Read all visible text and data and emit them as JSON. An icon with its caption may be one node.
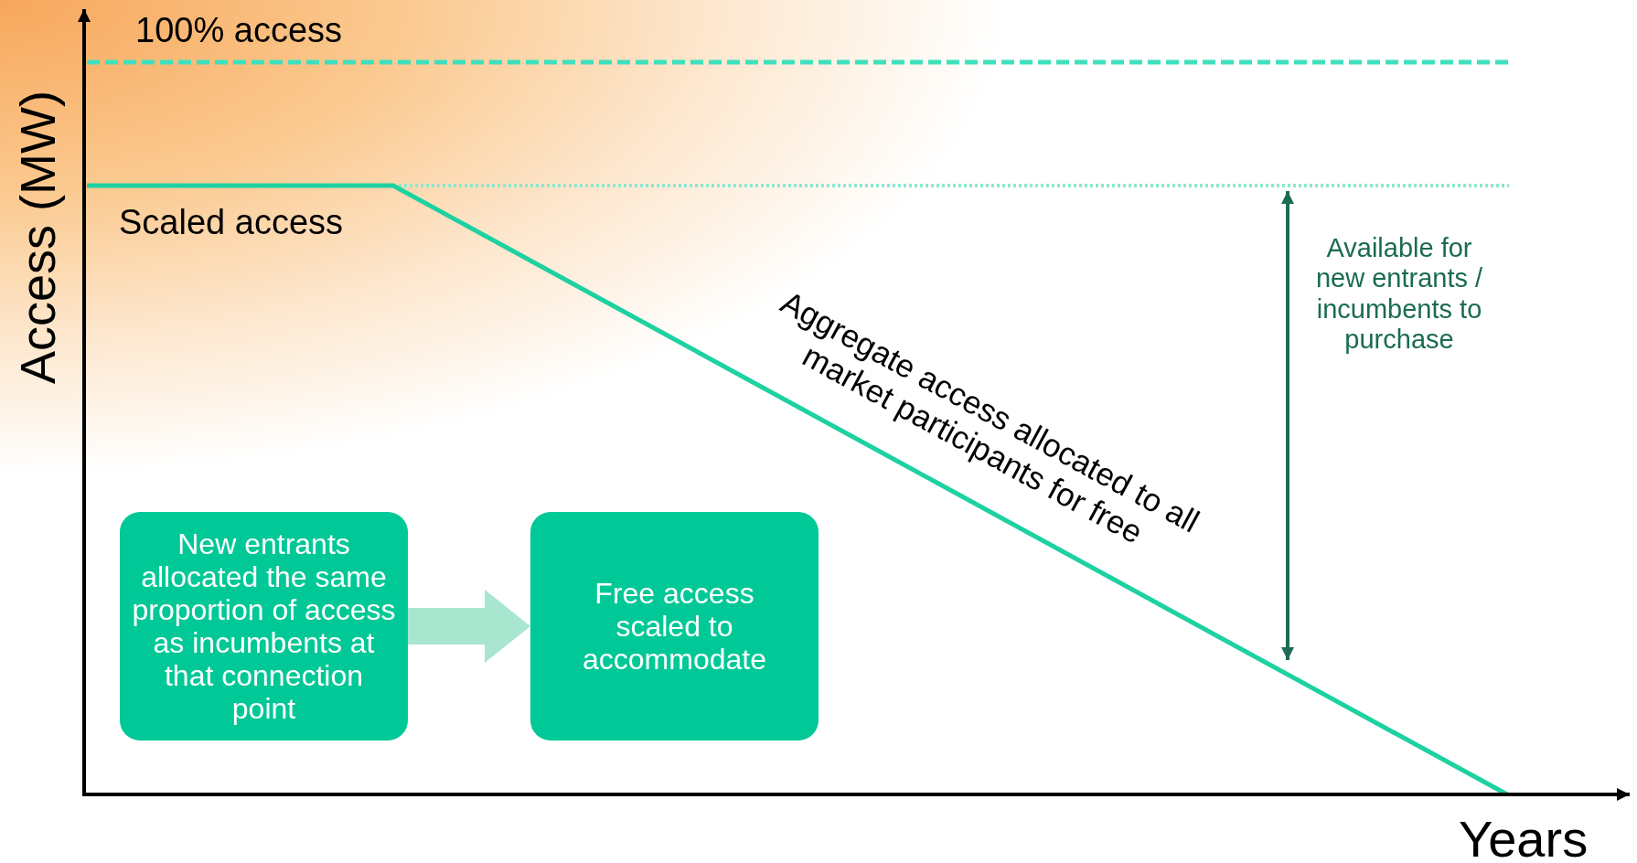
{
  "diagram": {
    "nodes": [
      {
        "text": [
          "New entrants allocated the same proportion of access as incumbents at that connection point"
        ]
      },
      {
        "text": [
          "Free access scaled to accommodate"
        ]
      }
    ],
    "edges": [
      {
        "from": 0,
        "to": 1,
        "arrow": "to"
      }
    ],
    "labels": [
      "Access (MW)",
      "100% access",
      "Scaled access",
      "Aggregate access allocated to all market participants for free",
      "Available for new entrants / incumbents to purchase",
      "Years"
    ]
  }
}
